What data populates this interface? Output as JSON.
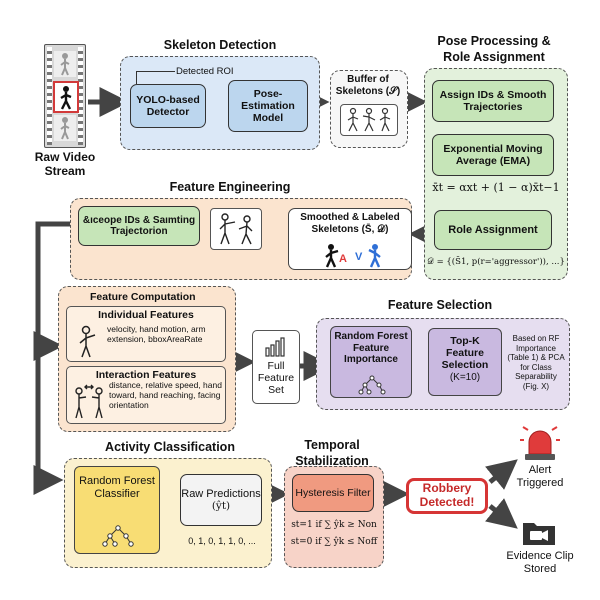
{
  "raw_video": {
    "label": "Raw Video Stream"
  },
  "skeleton_detection": {
    "title": "Skeleton Detection",
    "roi_label": "Detected ROI",
    "detector": "YOLO-based Detector",
    "pose_model": "Pose-Estimation Model"
  },
  "buffer": {
    "label": "Buffer of Skeletons (𝒮)"
  },
  "pose_processing": {
    "title": "Pose Processing & Role Assignment",
    "assign_ids": "Assign IDs & Smooth Trajectories",
    "ema": "Exponential Moving Average (EMA)",
    "ema_formula": "x̄t = αxt + (1 − α)x̄t−1",
    "role": "Role Assignment",
    "role_formula": "𝒟 = {(S̄1, p(r='aggressor')), ...}"
  },
  "feature_engineering": {
    "title": "Feature Engineering",
    "assign_box": "&ıceope IDs & Saımting Trajectorion",
    "smoothed": "Smoothed & Labeled Skeletons (S̄, 𝒟)",
    "role_a": "A",
    "role_v": "V"
  },
  "feature_computation": {
    "title": "Feature Computation",
    "individual_title": "Individual Features",
    "individual_text": "velocity, hand motion, arm extension, bboxAreaRate",
    "interaction_title": "Interaction Features",
    "interaction_text": "distance, relative speed, hand toward, hand reaching, facing orientation"
  },
  "full_feature_set": {
    "label": "Full Feature Set"
  },
  "feature_selection": {
    "title": "Feature Selection",
    "rf_importance": "Random Forest Feature Importance",
    "topk": "Top-K Feature Selection",
    "topk_k": "(K=10)",
    "note": "Based on RF Importance (Table 1) & PCA for Class Separability (Fig. X)"
  },
  "activity_classification": {
    "title": "Activity Classification",
    "rf_classifier": "Random Forest Classifier",
    "raw_predictions": "Raw Predictions",
    "raw_predictions_symbol": "(ŷt)",
    "sequence": "0, 1, 0, 1, 1, 0, ..."
  },
  "temporal": {
    "title": "Temporal Stabilization",
    "hysteresis": "Hysteresis Filter",
    "rule_on": "st=1 if ∑ ŷk ≥ Non",
    "rule_off": "st=0 if ∑ ŷk ≤ Noff"
  },
  "robbery": {
    "label": "Robbery Detected!"
  },
  "alert": {
    "label": "Alert Triggered"
  },
  "evidence": {
    "label": "Evidence Clip Stored"
  },
  "colors": {
    "blue": "#dbe8f7",
    "blue_box": "#bcd6ee",
    "green": "#e3f1dc",
    "green_box": "#c6e5b8",
    "peach": "#fbe4cf",
    "purple": "#e6def0",
    "purple_box": "#c9b9e0",
    "yellow": "#fbf1cf",
    "yellow_box": "#f8dd74",
    "salmon": "#f7d3c8",
    "salmon_box": "#f09a80",
    "red": "#e03b3b"
  }
}
